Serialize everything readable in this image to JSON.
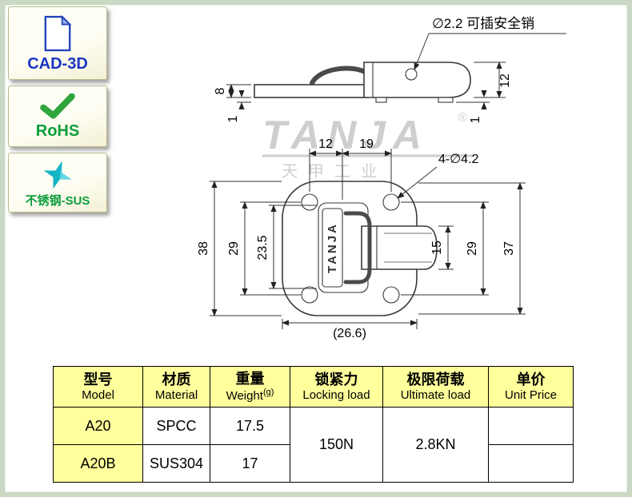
{
  "badges": {
    "cad3d": {
      "label": "CAD-3D"
    },
    "rohs": {
      "label": "RoHS"
    },
    "sus": {
      "label": "不锈钢-SUS"
    }
  },
  "watermark": {
    "brand": "TANJA",
    "registered": "®",
    "subtitle": "天甲工业"
  },
  "side_view": {
    "annotation": "∅2.2 可插安全销",
    "dim_height_left": "8",
    "dim_thickness_left": "1",
    "dim_height_right": "12",
    "dim_thickness_right": "1"
  },
  "front_view": {
    "strip_text": "TANJA",
    "dim_top_left": "12",
    "dim_top_right": "19",
    "dim_holes": "4-∅4.2",
    "dim_left_outer": "38",
    "dim_left_mid": "29",
    "dim_left_inner": "23.5",
    "dim_right_inner": "15",
    "dim_right_mid": "29",
    "dim_right_outer": "37",
    "dim_bottom": "(26.6)"
  },
  "table": {
    "headers": [
      {
        "zh": "型号",
        "en": "Model"
      },
      {
        "zh": "材质",
        "en": "Material"
      },
      {
        "zh": "重量",
        "en": "Weight",
        "sup": "(g)"
      },
      {
        "zh": "锁紧力",
        "en": "Locking load"
      },
      {
        "zh": "极限荷载",
        "en": "Ultimate load"
      },
      {
        "zh": "单价",
        "en": "Unit Price"
      }
    ],
    "rows": [
      {
        "model": "A20",
        "material": "SPCC",
        "weight": "17.5",
        "unit_price": ""
      },
      {
        "model": "A20B",
        "material": "SUS304",
        "weight": "17",
        "unit_price": ""
      }
    ],
    "locking_load": "150N",
    "ultimate_load": "2.8KN"
  }
}
